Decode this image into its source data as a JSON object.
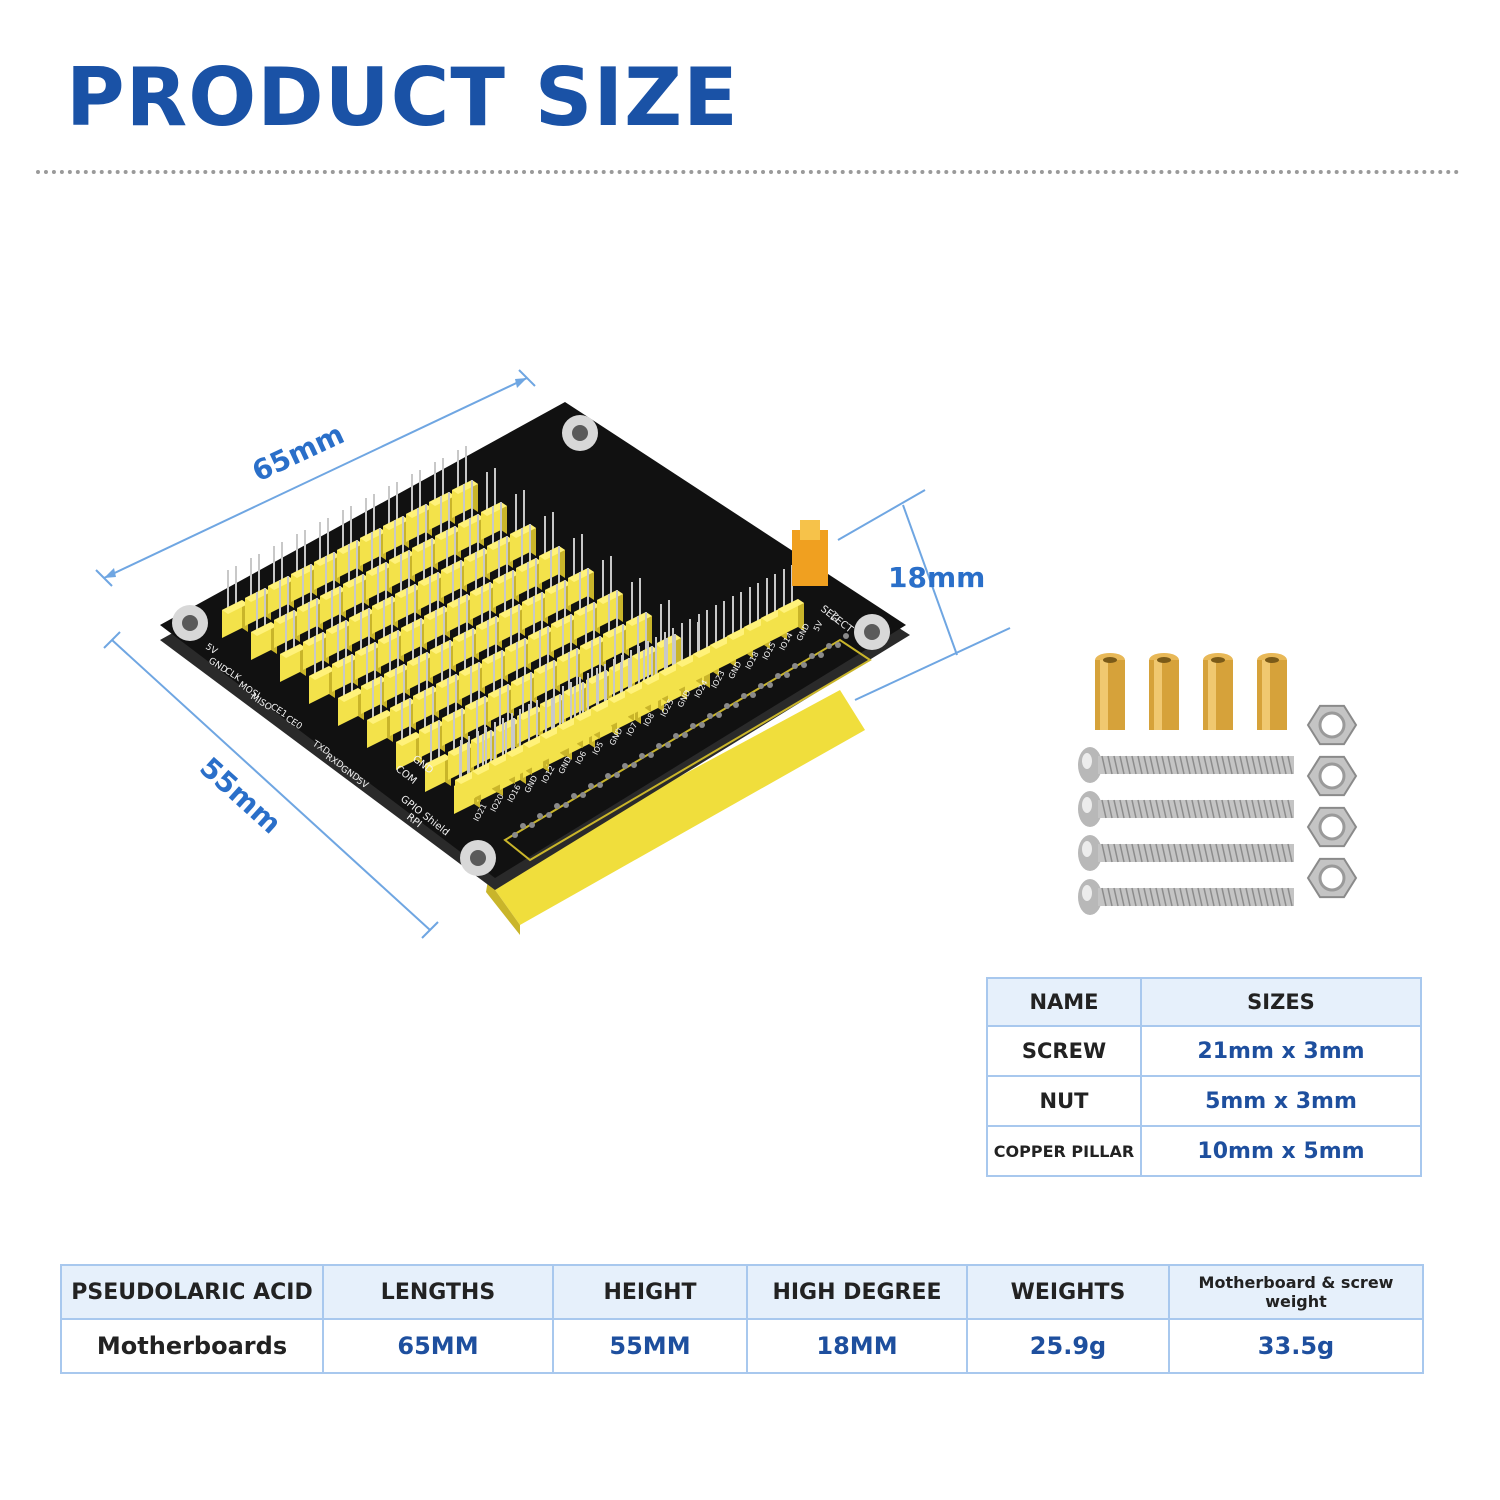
{
  "page": {
    "title": "PRODUCT SIZE"
  },
  "dimensions": {
    "length": "65mm",
    "width": "55mm",
    "height": "18mm"
  },
  "board_silkscreen": {
    "left_pins": [
      "5V",
      "GND",
      "CLK",
      "MOSI",
      "MISO",
      "CE1",
      "CE0",
      "TXD",
      "RXD",
      "GND",
      "5V"
    ],
    "bottom_pins": [
      "IO21",
      "IO20",
      "IO16",
      "GND",
      "IO12",
      "GND",
      "IO6",
      "IO5",
      "GND",
      "IO7",
      "IO8",
      "IO25",
      "GND",
      "IO24",
      "IO23",
      "GND",
      "IO18",
      "IO15",
      "IO14",
      "GND",
      "5V",
      "5V"
    ],
    "labels": [
      "GPIO Shield",
      "RPI",
      "COM",
      "SELECT",
      "GND"
    ]
  },
  "accessories": {
    "copper_pillars": 4,
    "screws": 4,
    "nuts": 4
  },
  "sizes_table": {
    "headers": [
      "NAME",
      "SIZES"
    ],
    "rows": [
      {
        "name": "SCREW",
        "size": "21mm x 3mm"
      },
      {
        "name": "NUT",
        "size": "5mm x 3mm"
      },
      {
        "name": "COPPER PILLAR",
        "size": "10mm x 5mm"
      }
    ]
  },
  "summary_table": {
    "headers": [
      "PSEUDOLARIC ACID",
      "LENGTHS",
      "HEIGHT",
      "HIGH DEGREE",
      "WEIGHTS",
      "Motherboard & screw weight"
    ],
    "row": [
      "Motherboards",
      "65MM",
      "55MM",
      "18MM",
      "25.9g",
      "33.5g"
    ]
  },
  "colors": {
    "title_blue": "#1a52a6",
    "dimension_blue": "#2a6fc9",
    "table_border": "#a8c8ee",
    "header_bg": "#e6f0fb",
    "board_black": "#111111",
    "header_yellow": "#f3e24a",
    "brass": "#d6a23a"
  }
}
